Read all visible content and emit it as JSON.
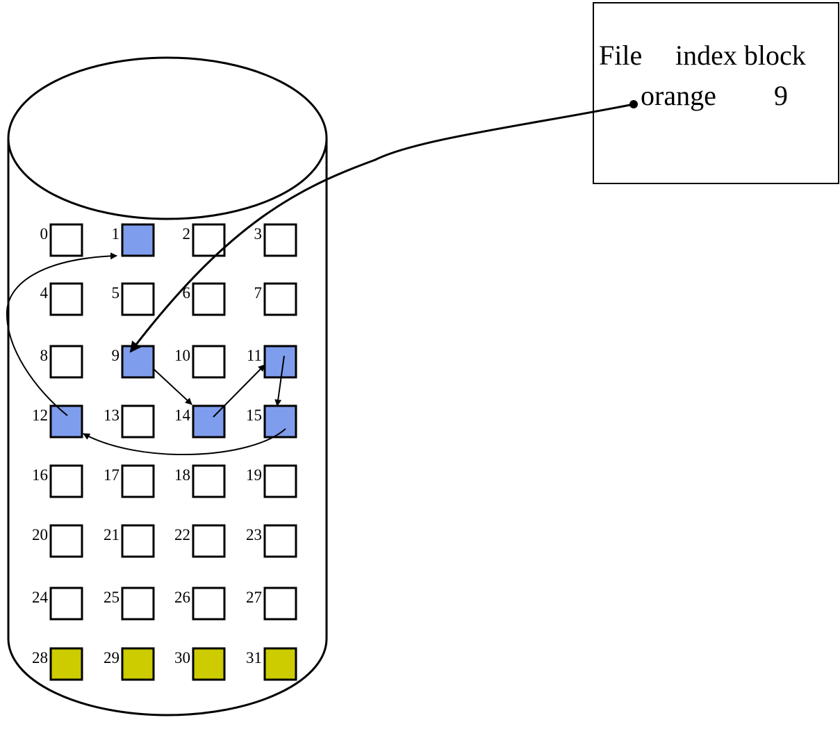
{
  "directory": {
    "header_file": "File",
    "header_index_block": "index block",
    "entry_name": "orange",
    "entry_block": "9"
  },
  "disk": {
    "blocks": [
      "0",
      "1",
      "2",
      "3",
      "4",
      "5",
      "6",
      "7",
      "8",
      "9",
      "10",
      "11",
      "12",
      "13",
      "14",
      "15",
      "16",
      "17",
      "18",
      "19",
      "20",
      "21",
      "22",
      "23",
      "24",
      "25",
      "26",
      "27",
      "28",
      "29",
      "30",
      "31"
    ],
    "file_blocks": [
      1,
      9,
      11,
      12,
      14,
      15
    ],
    "reserved_blocks": [
      28,
      29,
      30,
      31
    ],
    "chain": [
      9,
      14,
      11,
      15,
      12,
      1
    ]
  },
  "colors": {
    "file_block": "#7F9DED",
    "reserved_block": "#CCCC00",
    "free_block": "#FFFFFF",
    "stroke": "#000000"
  }
}
